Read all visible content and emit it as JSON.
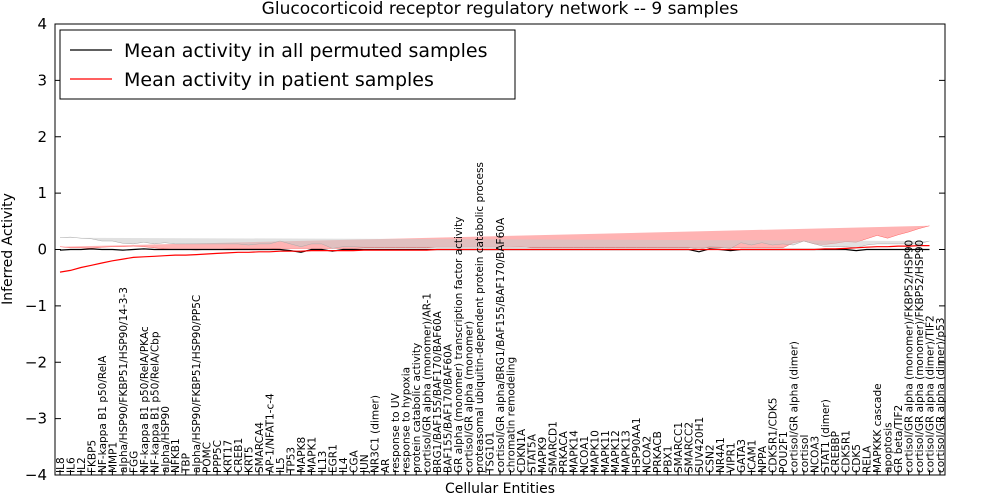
{
  "chart_data": {
    "type": "line",
    "title": "Glucocorticoid receptor regulatory network -- 9 samples",
    "xlabel": "Cellular Entities",
    "ylabel": "Inferred Activity",
    "ylim": [
      -4,
      4
    ],
    "y_ticks": [
      -4,
      -3,
      -2,
      -1,
      0,
      1,
      2,
      3,
      4
    ],
    "legend_position": "upper-left",
    "colors": {
      "permuted": "#000000",
      "permuted_band": "#c8c8c8",
      "patient": "#ff0000",
      "patient_band": "#ff8080"
    },
    "categories": [
      "IL8",
      "IL6",
      "IL2",
      "FKBP5",
      "NF-kappa B1 p50/RelA",
      "MMP1",
      "alpha/HSP90/FKBP51/HSP90/14-3-3",
      "FGG",
      "NF-kappa B1 p50/RelA/PKAc",
      "NF-kappa B1 p50/RelA/Cbp",
      "alpha/HSP90",
      "NFKB1",
      "TBP",
      "alpha/HSP90/FKBP51/HSP90/PP5C",
      "POMC",
      "PPP5C",
      "KRT17",
      "CREB1",
      "KRT5",
      "SMARCA4",
      "AP-1/NFAT1-c-4",
      "IL5",
      "TP53",
      "MAPK8",
      "MAPK1",
      "IL13",
      "EGR1",
      "IL4",
      "CGA",
      "JUN",
      "NR3C1 (dimer)",
      "AR",
      "response to UV",
      "response to hypoxia",
      "protein catabolic activity",
      "cortisol/GR alpha (monomer)/AR-1",
      "BRG1/BAF155/BAF170/BAF60A",
      "BAF155/BAF170/BAF60A",
      "GR alpha (monomer) transcription factor activity",
      "cortisol/GR alpha (monomer)",
      "proteasomal ubiquitin-dependent protein catabolic process",
      "TSG101",
      "cortisol/GR alpha/BRG1/BAF155/BAF170/BAF60A",
      "chromatin remodeling",
      "CDKN1A",
      "STAT5A",
      "MAPK9",
      "SMARCD1",
      "PRKACA",
      "MAPK14",
      "NCOA1",
      "MAPK10",
      "MAPK11",
      "MAPK12",
      "MAPK13",
      "HSP90AA1",
      "NCOA2",
      "PRKACB",
      "PBX1",
      "SMARCC1",
      "SMARCC2",
      "SUV420H1",
      "CSN2",
      "NR4A1",
      "VIPR1",
      "GATA3",
      "ICAM1",
      "NPPA",
      "CDK5R1/CDK5",
      "POU2F1",
      "cortisol/GR alpha (dimer)",
      "cortisol",
      "NCOA3",
      "STAT1 (dimer)",
      "CREBBP",
      "CDK5R1",
      "CDK5",
      "RELA",
      "MAPKKK cascade",
      "apoptosis",
      "GR beta/TIF2",
      "cortisol/GR alpha (monomer)/FKBP52/HSP90",
      "cortisol/GR alpha (monomer)/FKBP52/HSP90",
      "cortisol/GR alpha (dimer)/TIF2",
      "cortisol/GR alpha (dimer)/p53"
    ],
    "series": [
      {
        "name": "Mean activity in all permuted samples",
        "color": "#000000",
        "values": [
          -0.01,
          0.0,
          0.0,
          0.01,
          0.0,
          0.0,
          -0.01,
          0.0,
          0.01,
          0.0,
          0.0,
          0.0,
          0.0,
          0.0,
          0.0,
          0.0,
          0.0,
          0.0,
          0.0,
          0.0,
          0.0,
          0.0,
          -0.02,
          -0.05,
          0.0,
          0.0,
          -0.03,
          0.0,
          0.0,
          0.0,
          0.0,
          0.0,
          0.0,
          0.0,
          0.0,
          0.0,
          0.0,
          0.0,
          0.0,
          0.0,
          0.0,
          0.0,
          0.0,
          0.0,
          0.0,
          0.0,
          0.0,
          0.0,
          0.0,
          0.0,
          0.0,
          0.0,
          0.0,
          0.0,
          0.0,
          0.0,
          0.0,
          0.0,
          0.0,
          0.0,
          0.0,
          -0.04,
          0.01,
          0.0,
          -0.02,
          0.0,
          0.0,
          0.0,
          0.0,
          0.0,
          0.0,
          0.0,
          0.0,
          0.0,
          0.0,
          0.0,
          -0.02,
          0.0,
          0.0,
          0.0,
          0.0,
          0.0,
          0.0,
          0.0
        ],
        "band": [
          0.22,
          0.22,
          0.2,
          0.18,
          0.15,
          0.15,
          0.12,
          0.1,
          0.12,
          0.1,
          0.12,
          0.1,
          0.1,
          0.1,
          0.1,
          0.1,
          0.1,
          0.1,
          0.08,
          0.1,
          0.1,
          0.15,
          0.12,
          0.1,
          0.1,
          0.1,
          0.05,
          0.05,
          0.05,
          0.04,
          0.04,
          0.04,
          0.04,
          0.04,
          0.04,
          0.04,
          0.04,
          0.04,
          0.04,
          0.04,
          0.04,
          0.04,
          0.04,
          0.04,
          0.04,
          0.04,
          0.04,
          0.04,
          0.04,
          0.04,
          0.04,
          0.04,
          0.04,
          0.04,
          0.04,
          0.04,
          0.04,
          0.04,
          0.04,
          0.04,
          0.04,
          0.04,
          0.04,
          0.04,
          0.04,
          0.12,
          0.08,
          0.12,
          0.08,
          0.1,
          0.08,
          0.15,
          0.1,
          0.05,
          0.05,
          0.05,
          0.05,
          0.08,
          0.1,
          0.1,
          0.1,
          0.1,
          0.1,
          0.15
        ]
      },
      {
        "name": "Mean activity in patient samples",
        "color": "#ff0000",
        "values": [
          -0.4,
          -0.37,
          -0.32,
          -0.28,
          -0.24,
          -0.2,
          -0.17,
          -0.14,
          -0.13,
          -0.12,
          -0.11,
          -0.1,
          -0.1,
          -0.09,
          -0.08,
          -0.07,
          -0.06,
          -0.05,
          -0.05,
          -0.04,
          -0.04,
          -0.03,
          -0.03,
          -0.03,
          -0.02,
          -0.02,
          -0.02,
          -0.02,
          -0.02,
          -0.01,
          -0.01,
          -0.01,
          -0.01,
          -0.01,
          -0.01,
          -0.01,
          0.0,
          0.0,
          0.0,
          0.0,
          0.0,
          0.0,
          0.0,
          0.0,
          0.0,
          0.0,
          0.0,
          0.0,
          0.0,
          0.0,
          0.0,
          0.0,
          0.0,
          0.0,
          0.0,
          0.0,
          0.0,
          0.0,
          0.0,
          0.0,
          0.0,
          0.0,
          0.0,
          0.0,
          0.0,
          0.0,
          0.0,
          0.0,
          0.0,
          0.0,
          0.0,
          0.0,
          0.0,
          0.01,
          0.01,
          0.02,
          0.03,
          0.04,
          0.05,
          0.05,
          0.06,
          0.06,
          0.07,
          0.07
        ],
        "band": [
          0.45,
          0.4,
          0.35,
          0.3,
          0.28,
          0.25,
          0.22,
          0.2,
          0.18,
          0.15,
          0.12,
          0.1,
          0.1,
          0.08,
          0.08,
          0.07,
          0.07,
          0.06,
          0.06,
          0.05,
          0.05,
          0.05,
          0.05,
          0.05,
          0.04,
          0.04,
          0.04,
          0.04,
          0.04,
          0.04,
          0.04,
          0.04,
          0.04,
          0.04,
          0.04,
          0.04,
          0.04,
          0.04,
          0.04,
          0.04,
          0.04,
          0.04,
          0.04,
          0.04,
          0.05,
          0.03,
          0.03,
          0.03,
          0.03,
          0.03,
          0.03,
          0.03,
          0.03,
          0.03,
          0.03,
          0.03,
          0.03,
          0.03,
          0.03,
          0.03,
          0.03,
          0.03,
          0.03,
          0.03,
          0.03,
          0.03,
          0.03,
          0.03,
          0.03,
          0.03,
          0.12,
          0.15,
          0.1,
          0.08,
          0.1,
          0.12,
          0.1,
          0.15,
          0.2,
          0.15,
          0.2,
          0.25,
          0.3,
          0.35
        ]
      }
    ]
  }
}
